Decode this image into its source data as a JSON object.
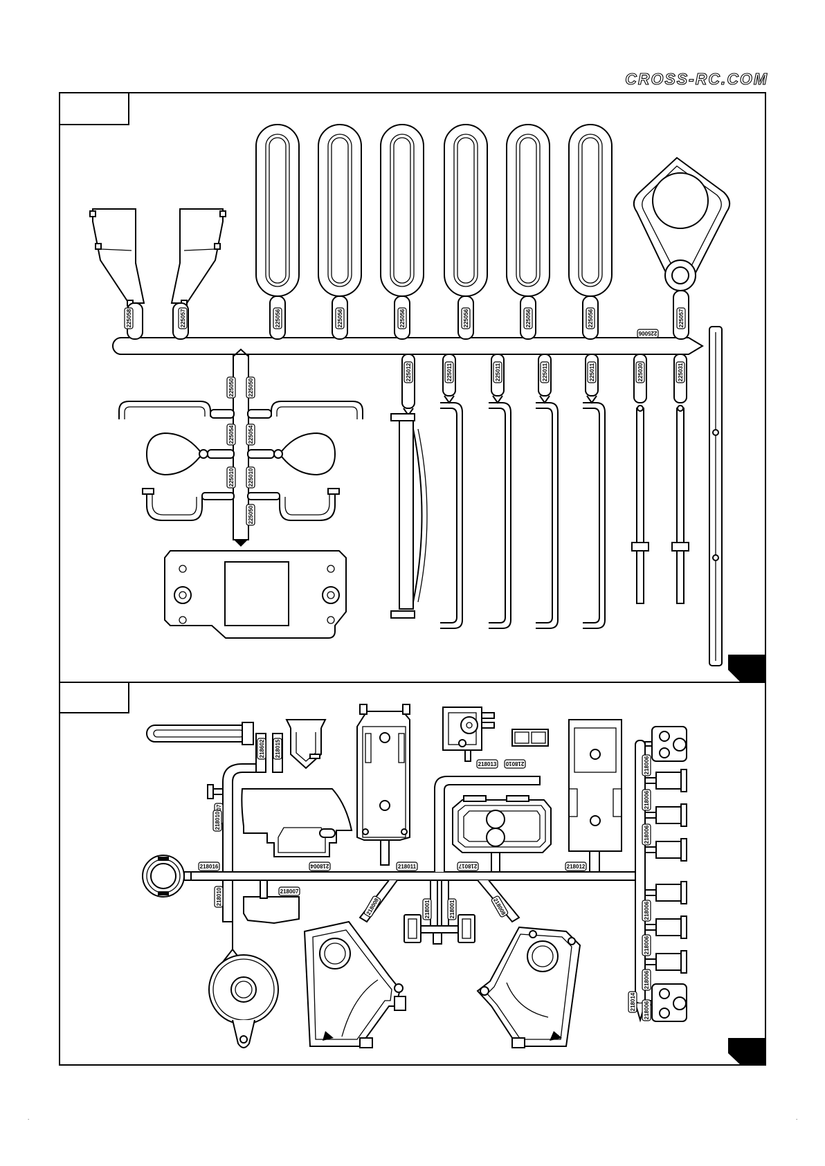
{
  "header": {
    "brand": "CROSS-RC.COM"
  },
  "sheet_top": {
    "part_tags": [
      "225058",
      "225057",
      "225056",
      "225056",
      "225056",
      "225056",
      "225056",
      "225056",
      "225006",
      "225057",
      "225012",
      "225011",
      "225011",
      "225011",
      "225011",
      "225030",
      "225031",
      "225050",
      "225050",
      "225054",
      "225054",
      "225010",
      "225010",
      "225050"
    ]
  },
  "sheet_bottom": {
    "part_tags": [
      "218602",
      "218015",
      "218007",
      "218016",
      "218004",
      "218011",
      "218017",
      "218012",
      "218013",
      "218010",
      "218010",
      "218006",
      "218006",
      "218006",
      "218006",
      "218006",
      "218006",
      "218006",
      "218014",
      "218010",
      "218007",
      "218008",
      "218001",
      "218001",
      "218008"
    ]
  },
  "colors": {
    "ink": "#000000",
    "paper": "#ffffff"
  }
}
